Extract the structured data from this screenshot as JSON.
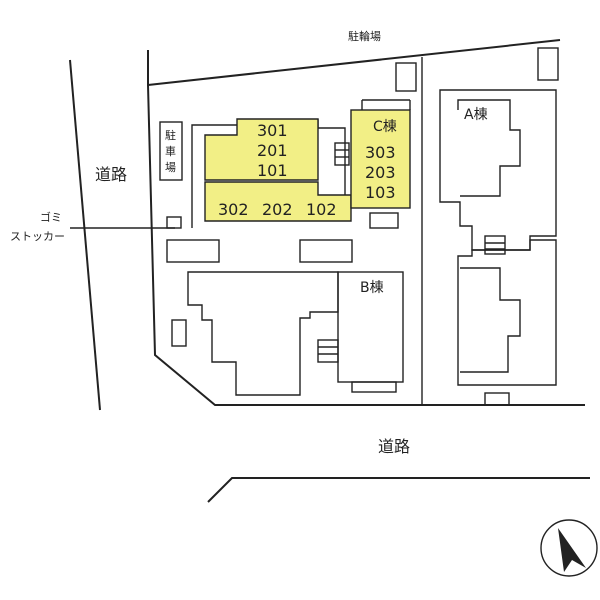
{
  "labels": {
    "road_left": "道路",
    "road_bottom": "道路",
    "bicycle_parking": "駐輪場",
    "parking": [
      "駐",
      "車",
      "場"
    ],
    "garbage": [
      "ゴミ",
      "ストッカー"
    ],
    "building_a": "A棟",
    "building_b": "B棟",
    "building_c": "C棟"
  },
  "units": {
    "yellow_left_top": [
      "301",
      "201",
      "101"
    ],
    "yellow_left_bottom": [
      "302",
      "202",
      "102"
    ],
    "yellow_right": [
      "303",
      "203",
      "103"
    ]
  },
  "colors": {
    "highlight": "#f2ef86",
    "line": "#222222"
  }
}
